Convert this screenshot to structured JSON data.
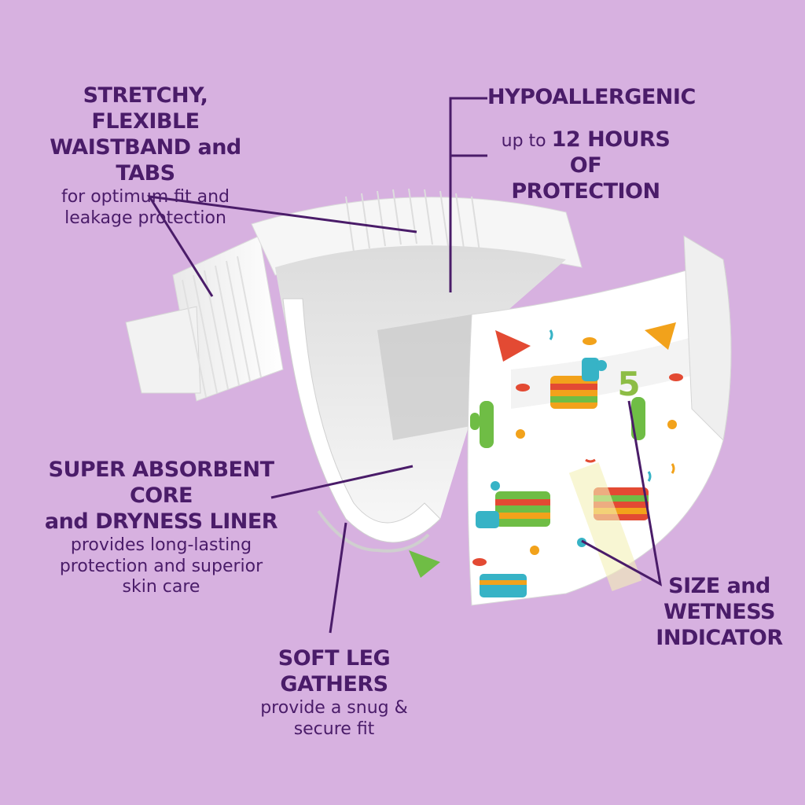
{
  "colors": {
    "background": "#d7b1e0",
    "text": "#4a1c69",
    "diaper": "#ffffff"
  },
  "diaper": {
    "size_number": "5",
    "print_motifs": [
      "pinata-llama",
      "cactus",
      "star-pinata",
      "lollipop",
      "candy"
    ]
  },
  "callouts": {
    "waistband": {
      "title_line1": "STRETCHY, FLEXIBLE",
      "title_line2": "WAISTBAND and TABS",
      "desc_line1": "for optimum fit and",
      "desc_line2": "leakage protection"
    },
    "hypoallergenic": {
      "title": "HYPOALLERGENIC"
    },
    "protection": {
      "prefix": "up to ",
      "hours": "12 HOURS",
      "suffix": "OF PROTECTION"
    },
    "absorbent": {
      "title_line1": "SUPER ABSORBENT CORE",
      "title_line2": "and DRYNESS LINER",
      "desc_line1": "provides long-lasting",
      "desc_line2": "protection and superior",
      "desc_line3": "skin care"
    },
    "leg": {
      "title": "SOFT LEG GATHERS",
      "desc_line1": "provide a snug &",
      "desc_line2": "secure fit"
    },
    "indicator": {
      "line1": "SIZE and",
      "line2": "WETNESS",
      "line3": "INDICATOR"
    }
  }
}
